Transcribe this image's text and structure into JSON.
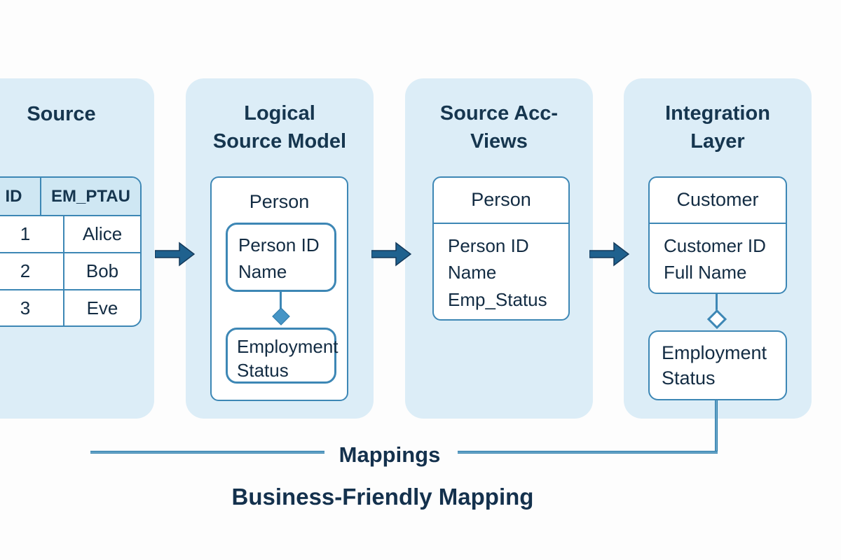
{
  "panels": {
    "source": {
      "title": "Source",
      "table": {
        "headers": [
          "ID",
          "EM_PTAU"
        ],
        "rows": [
          [
            "1",
            "Alice"
          ],
          [
            "2",
            "Bob"
          ],
          [
            "3",
            "Eve"
          ]
        ]
      }
    },
    "logical": {
      "title_line1": "Logical",
      "title_line2": "Source Model",
      "entity": "Person",
      "attr_box1": [
        "Person ID",
        "Name"
      ],
      "attr_box2": [
        "Employment",
        "Status"
      ]
    },
    "acc_views": {
      "title_line1": "Source Acc-",
      "title_line2": "Views",
      "entity": "Person",
      "attributes": [
        "Person ID",
        "Name",
        "Emp_Status"
      ]
    },
    "integration": {
      "title_line1": "Integration",
      "title_line2": "Layer",
      "entity": "Customer",
      "attributes": [
        "Customer ID",
        "Full Name"
      ],
      "sub_entity": [
        "Employment",
        "Status"
      ]
    }
  },
  "footer": {
    "mappings_label": "Mappings",
    "business_mapping_label": "Business-Friendly Mapping"
  },
  "colors": {
    "panel_bg": "#dcedf7",
    "box_border": "#3d87b5",
    "table_header_fill": "#cfe7f3",
    "title_text": "#16364f",
    "body_text": "#132c43",
    "arrow_fill": "#1f618e",
    "arrow_stroke": "#14395a",
    "connector": "#2a7aa9",
    "diamond_fill": "#4695c6"
  }
}
